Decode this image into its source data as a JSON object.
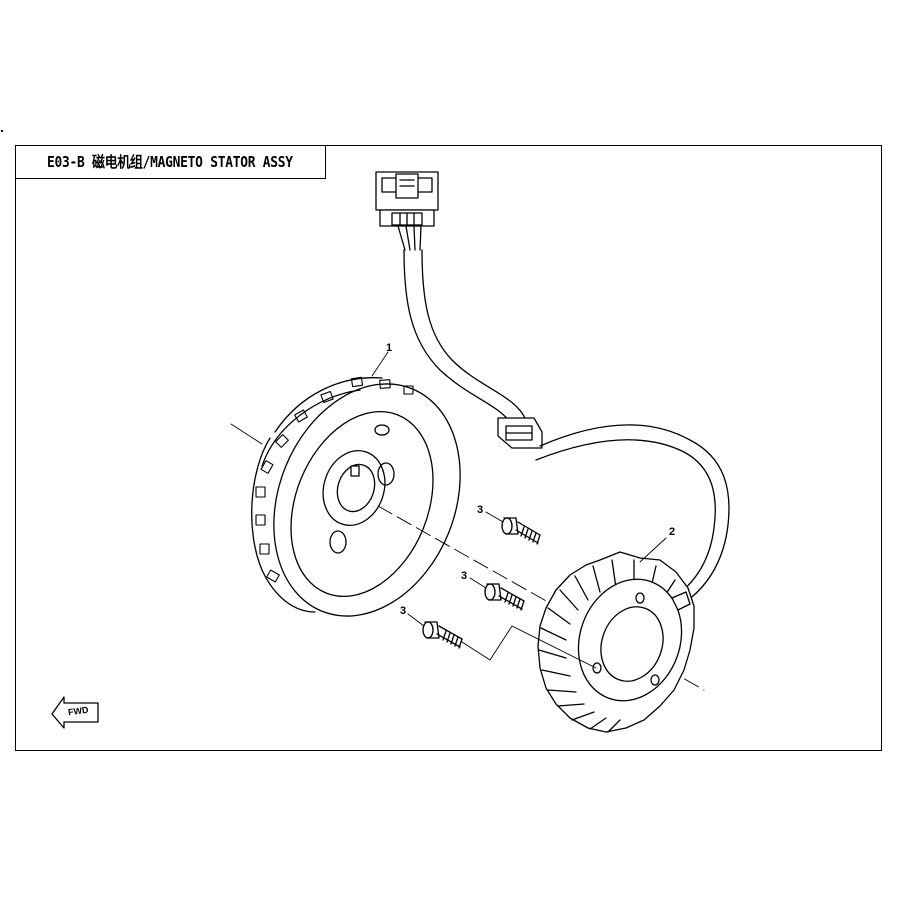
{
  "header": {
    "title": "E03-B 磁电机组/MAGNETO STATOR ASSY"
  },
  "callouts": [
    {
      "id": "flywheel",
      "label": "1"
    },
    {
      "id": "stator",
      "label": "2"
    },
    {
      "id": "bolt-top",
      "label": "3"
    },
    {
      "id": "bolt-middle",
      "label": "3"
    },
    {
      "id": "bolt-bottom",
      "label": "3"
    }
  ],
  "fwd_indicator": {
    "label": "FWD"
  }
}
